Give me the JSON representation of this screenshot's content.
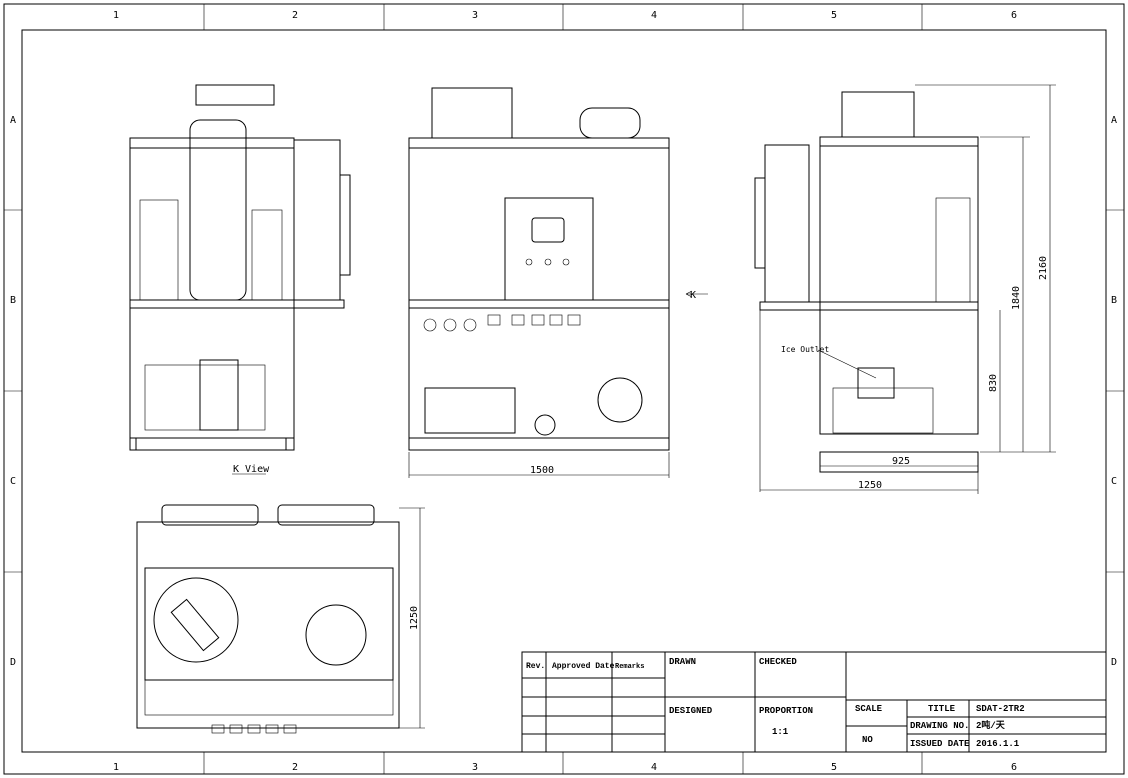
{
  "border": {
    "columns": [
      "1",
      "2",
      "3",
      "4",
      "5",
      "6"
    ],
    "rows": [
      "A",
      "B",
      "C",
      "D"
    ]
  },
  "views": {
    "k_view_label": "K View",
    "k_arrow_label": "K",
    "ice_outlet_label": "Ice Outlet"
  },
  "dimensions": {
    "front_width": "1500",
    "side_base_width": "925",
    "side_overall_width": "1250",
    "top_depth": "1250",
    "frame_height": "1840",
    "overall_height": "2160",
    "lower_height": "830"
  },
  "title_block": {
    "rev": "Rev.",
    "approved_date": "Approved Date",
    "remarks": "Remarks",
    "drawn": "DRAWN",
    "checked": "CHECKED",
    "designed": "DESIGNED",
    "proportion": "PROPORTION",
    "proportion_value": "1:1",
    "scale": "SCALE",
    "scale_value": "NO",
    "title_label": "TITLE",
    "title_value": "SDAT-2TR2",
    "drawing_no_label": "DRAWING NO.",
    "drawing_no_value": "2吨/天",
    "issued_date_label": "ISSUED DATE",
    "issued_date_value": "2016.1.1"
  }
}
